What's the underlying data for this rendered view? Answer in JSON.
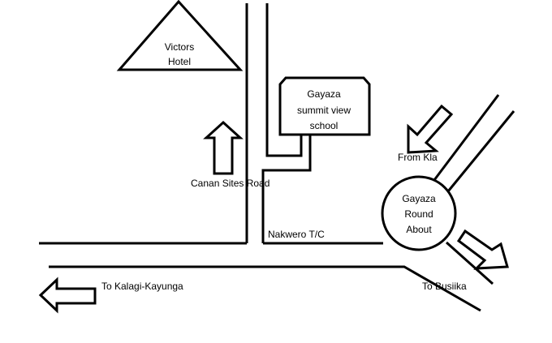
{
  "landmarks": {
    "victors_hotel": [
      "Victors",
      "Hotel"
    ],
    "school": [
      "Gayaza",
      "summit view",
      "school"
    ],
    "roundabout": [
      "Gayaza",
      "Round",
      "About"
    ]
  },
  "road_labels": {
    "canan_sites": "Canan Sites Road",
    "nakwero": "Nakwero T/C",
    "from_kla": "From Kla",
    "to_kalagi": "To Kalagi-Kayunga",
    "to_busiika": "To Busiika"
  }
}
